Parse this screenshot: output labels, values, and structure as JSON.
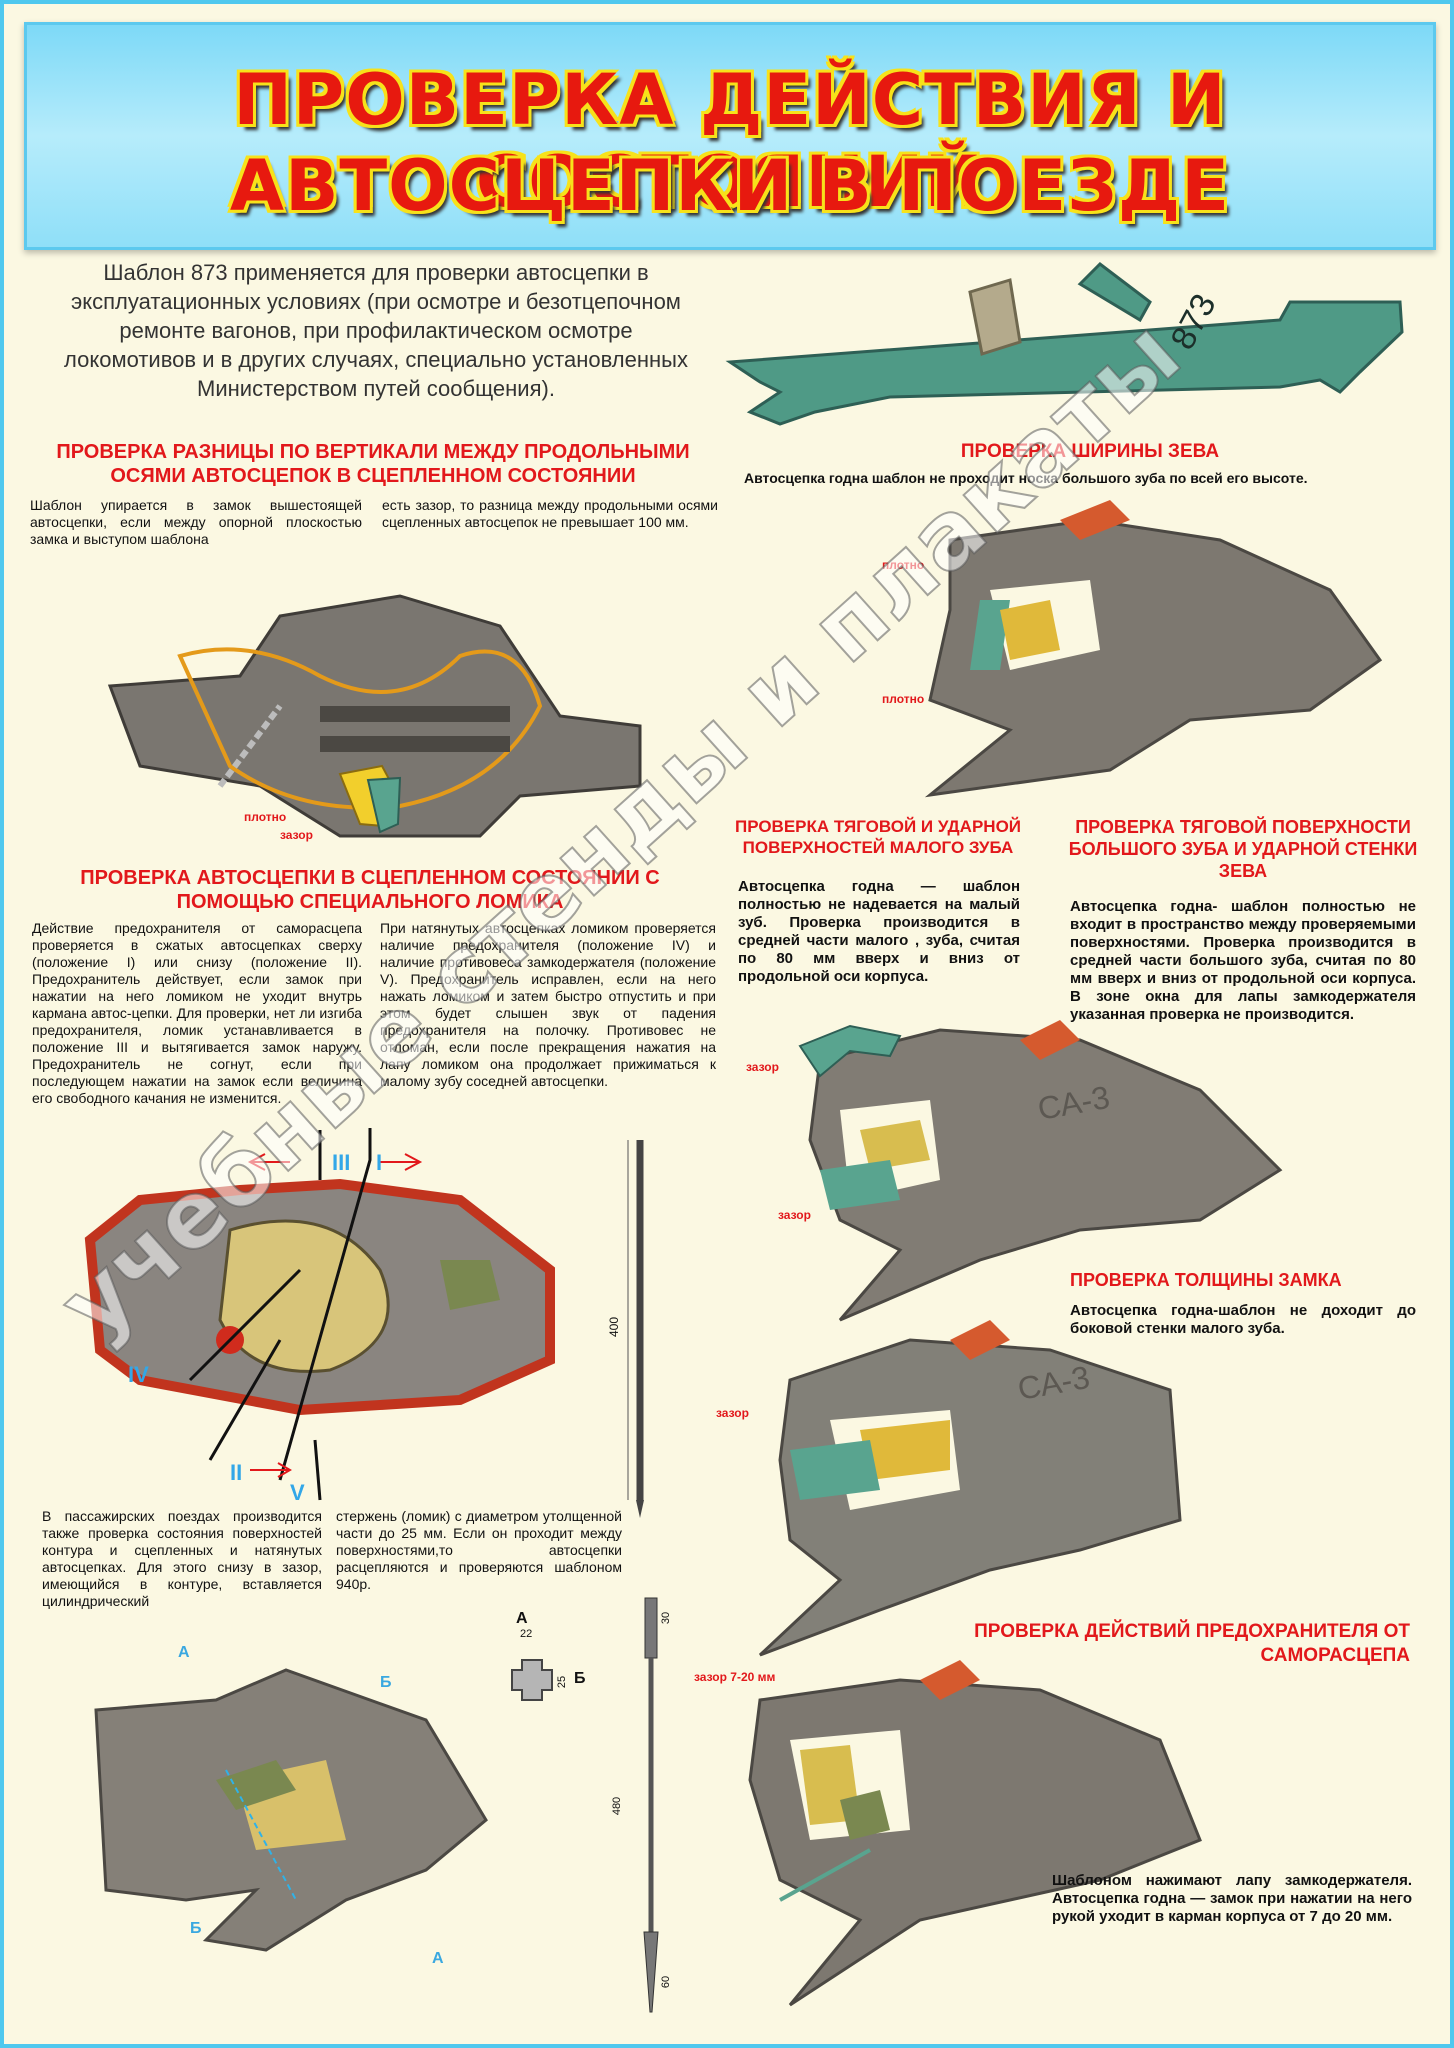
{
  "title": {
    "line1": "ПРОВЕРКА ДЕЙСТВИЯ И СОСТОЯНИЙ",
    "line2": "АВТОСЦЕПКИ В ПОЕЗДЕ"
  },
  "intro": "Шаблон 873 применяется для проверки автосцепки в эксплуатационных условиях (при осмотре и безотцепочном ремонте вагонов, при профилактическом осмотре локомотивов и в других случаях, специально установленных Министерством путей сообщения).",
  "template_mark": "873",
  "sec_vertical": {
    "heading": "ПРОВЕРКА РАЗНИЦЫ ПО ВЕРТИКАЛИ МЕЖДУ ПРОДОЛЬНЫМИ ОСЯМИ АВТОСЦЕПОК В СЦЕПЛЕННОМ СОСТОЯНИИ",
    "text_left": "Шаблон упирается в замок вышестоящей автосцепки, если между опорной плоскостью замка и выступом шаблона",
    "text_right": "есть зазор, то разница между продольными осями сцепленных автосцепок не превышает 100 мм.",
    "label_tight": "плотно",
    "label_gap": "зазор"
  },
  "sec_crowbar": {
    "heading": "ПРОВЕРКА АВТОСЦЕПКИ В СЦЕПЛЕННОМ СОСТОЯНИИ С ПОМОЩЬЮ СПЕЦИАЛЬНОГО ЛОМИКА",
    "text_left": "Действие предохранителя от саморасцепа проверяется в сжатых автосцепках сверху (положение I) или снизу (положение II). Предохранитель действует, если замок при нажатии на него ломиком не уходит внутрь кармана автос-цепки. Для проверки, нет ли изгиба предохранителя, ломик устанавливается в положение III и вытягивается замок наружу. Предохранитель не согнут, если при последующем нажатии на замок если величина его свободного качания не изменится.",
    "text_right": "При натянутых автосцепках ломиком проверяется наличие предохранителя (положение IV) и наличие противовеса замкодержателя (положение V). Предохранитель исправлен, если на него нажать ломиком и затем быстро отпустить и при этом будет слышен звук от падения предохранителя на полочку. Противовес не отломан, если после прекращения нажатия на лапу ломиком она продолжает прижиматься к малому зубу соседней автосцепки.",
    "positions": [
      "I",
      "II",
      "III",
      "IV",
      "V"
    ],
    "dim_crowbar": "400"
  },
  "sec_passenger": {
    "text_left": "В пассажирских поездах производится также проверка состояния поверхностей контура и сцепленных и натянутых автосцепках. Для этого снизу в зазор, имеющийся в контуре, вставляется цилиндрический",
    "text_right": "стержень (ломик) с диаметром утолщенной части до 25 мм. Если он проходит между поверхностями,то автосцепки расцепляются и проверяются шаблоном 940р.",
    "section_labels": [
      "А",
      "Б"
    ],
    "dims": {
      "w": "22",
      "h": "25",
      "rod_top": "30",
      "rod_total": "480",
      "rod_tip": "60"
    }
  },
  "sec_width": {
    "heading": "ПРОВЕРКА ШИРИНЫ ЗЕВА",
    "text": "Автосцепка годна шаблон не проходит носка большого зуба по всей его высоте.",
    "labels": [
      "плотно",
      "плотно"
    ]
  },
  "sec_small_tooth": {
    "heading": "ПРОВЕРКА ТЯГОВОЙ И УДАРНОЙ ПОВЕРХНОСТЕЙ МАЛОГО ЗУБА",
    "text": "Автосцепка годна — шаблон полностью не надевается на малый зуб. Проверка производится в средней части малого , зуба, считая по 80 мм вверх и вниз от продольной оси корпуса.",
    "labels": [
      "зазор",
      "зазор"
    ],
    "casting_mark": "СА-3"
  },
  "sec_big_tooth": {
    "heading": "ПРОВЕРКА ТЯГОВОЙ ПОВЕРХНОСТИ БОЛЬШОГО ЗУБА И УДАРНОЙ СТЕНКИ ЗЕВА",
    "text": "Автосцепка годна- шаблон полностью не входит в пространство между проверяемыми поверхностями. Проверка производится в средней части большого зуба, считая по 80 мм вверх и вниз от продольной оси корпуса. В зоне окна для лапы замкодержателя указанная проверка не производится."
  },
  "sec_lock": {
    "heading": "ПРОВЕРКА ТОЛЩИНЫ ЗАМКА",
    "text": "Автосцепка годна-шаблон не доходит до боковой стенки малого зуба.",
    "label": "зазор",
    "casting_mark": "СА-3"
  },
  "sec_safety": {
    "heading": "ПРОВЕРКА ДЕЙСТВИЙ ПРЕДОХРАНИТЕЛЯ ОТ САМОРАСЦЕПА",
    "label": "зазор 7-20 мм",
    "text": "Шаблоном нажимают лапу замкодержателя. Автосцепка годна — замок при нажатии на него рукой уходит в карман корпуса от 7 до 20 мм."
  },
  "colors": {
    "accent": "#e2181b",
    "header_bg": "#8fdff8",
    "page_bg": "#fbf8e2",
    "steel": "#7a7670",
    "template": "#4f9a86",
    "roman": "#32a7e8"
  }
}
